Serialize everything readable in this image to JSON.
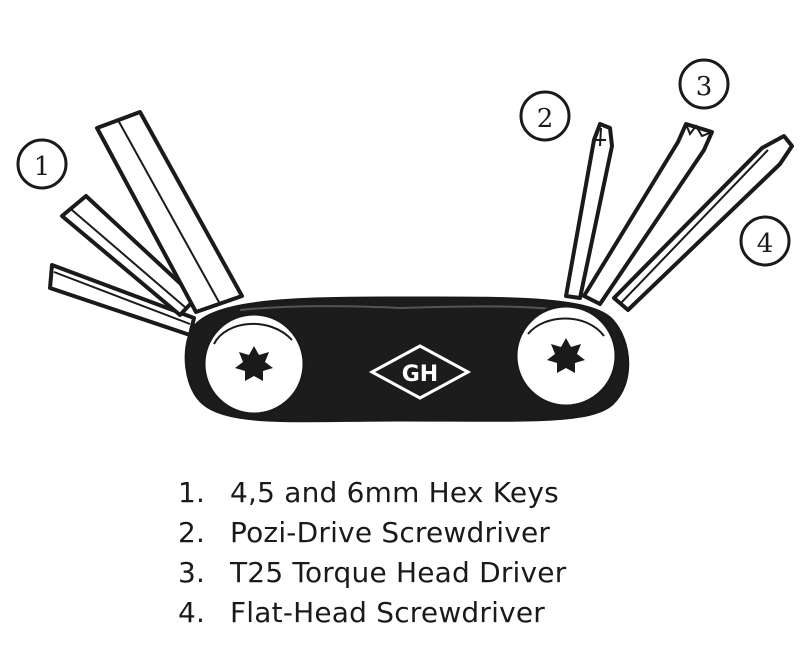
{
  "callouts": [
    {
      "number": "1"
    },
    {
      "number": "2"
    },
    {
      "number": "3"
    },
    {
      "number": "4"
    }
  ],
  "logo": {
    "text": "GH"
  },
  "legend": [
    {
      "number": "1.",
      "label": "4,5 and 6mm Hex Keys"
    },
    {
      "number": "2.",
      "label": "Pozi-Drive Screwdriver"
    },
    {
      "number": "3.",
      "label": "T25 Torque Head Driver"
    },
    {
      "number": "4.",
      "label": "Flat-Head Screwdriver"
    }
  ],
  "colors": {
    "ink": "#1a1a1a",
    "body": "#1c1c1c",
    "paper": "#ffffff"
  }
}
